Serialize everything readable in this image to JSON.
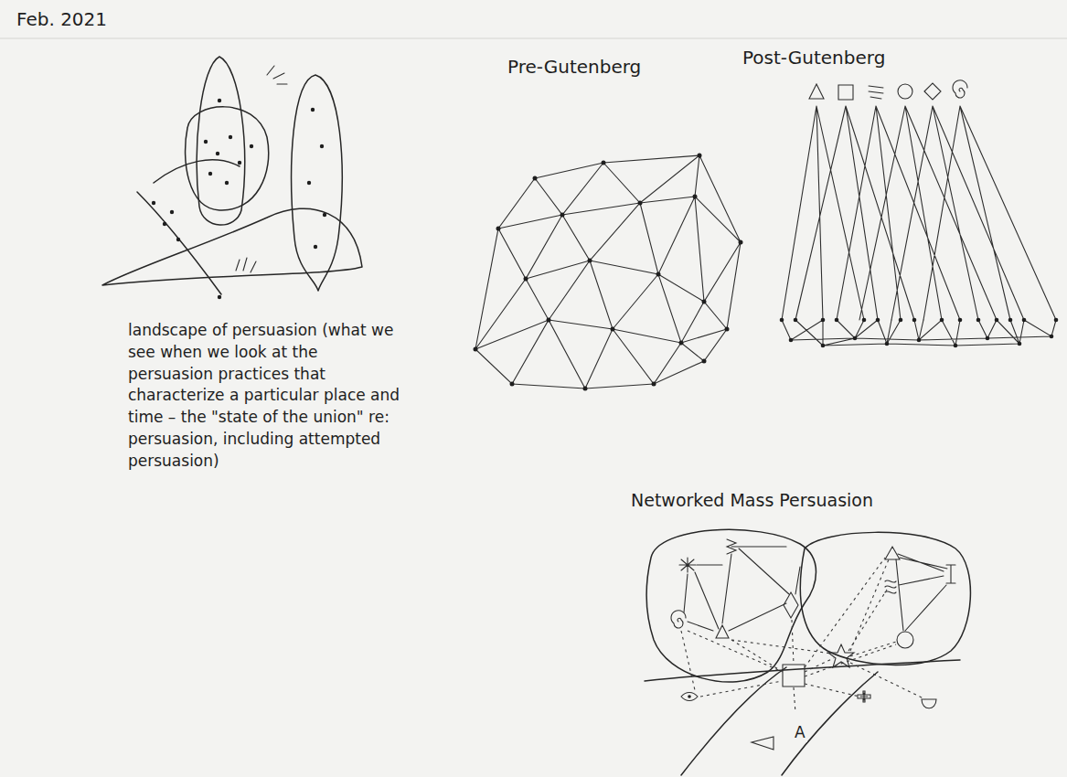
{
  "diagram": {
    "labels": [
      "Feb. 2021",
      "landscape of persuasion (what we see when we look at the persuasion practices that characterize a particular place and time – the \"state of the union\" re: persuasion, including attempted persuasion)",
      "Pre-Gutenberg",
      "Post-Gutenberg",
      "Networked Mass Persuasion",
      "A"
    ]
  }
}
